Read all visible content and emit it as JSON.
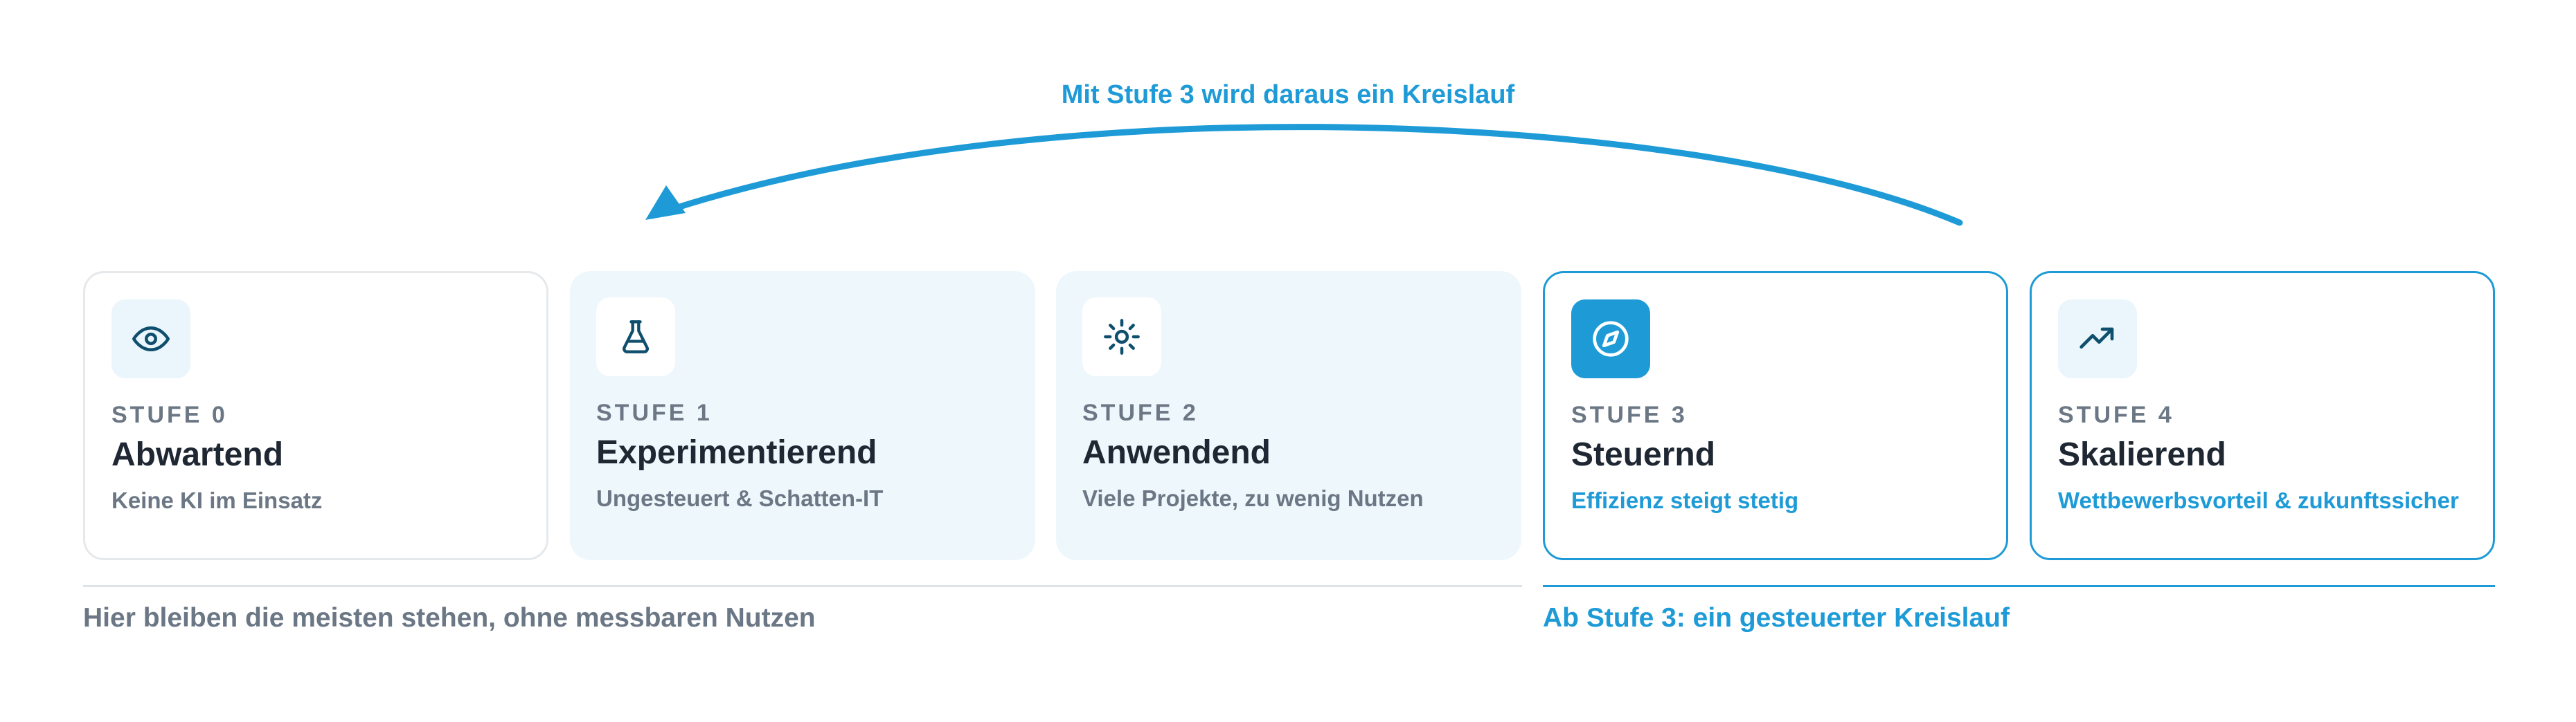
{
  "loop": {
    "label": "Mit Stufe 3 wird daraus ein Kreislauf"
  },
  "stages": [
    {
      "stage": "STUFE 0",
      "title": "Abwartend",
      "desc": "Keine KI im Einsatz",
      "icon": "eye-icon"
    },
    {
      "stage": "STUFE 1",
      "title": "Experimentierend",
      "desc": "Ungesteuert & Schatten-IT",
      "icon": "flask-icon"
    },
    {
      "stage": "STUFE 2",
      "title": "Anwendend",
      "desc": "Viele Projekte, zu wenig Nutzen",
      "icon": "sun-icon"
    },
    {
      "stage": "STUFE 3",
      "title": "Steuernd",
      "desc": "Effizienz steigt stetig",
      "icon": "compass-icon"
    },
    {
      "stage": "STUFE 4",
      "title": "Skalierend",
      "desc": "Wettbewerbsvorteil & zukunftssicher",
      "icon": "trending-up-icon"
    }
  ],
  "footer": {
    "left": "Hier bleiben die meisten stehen, ohne messbaren Nutzen",
    "right": "Ab Stufe 3: ein gesteuerter Kreislauf"
  },
  "colors": {
    "accent": "#1e9bd7",
    "muted": "#6b7785",
    "dark": "#1f2733",
    "light_fill": "#eef7fc"
  }
}
